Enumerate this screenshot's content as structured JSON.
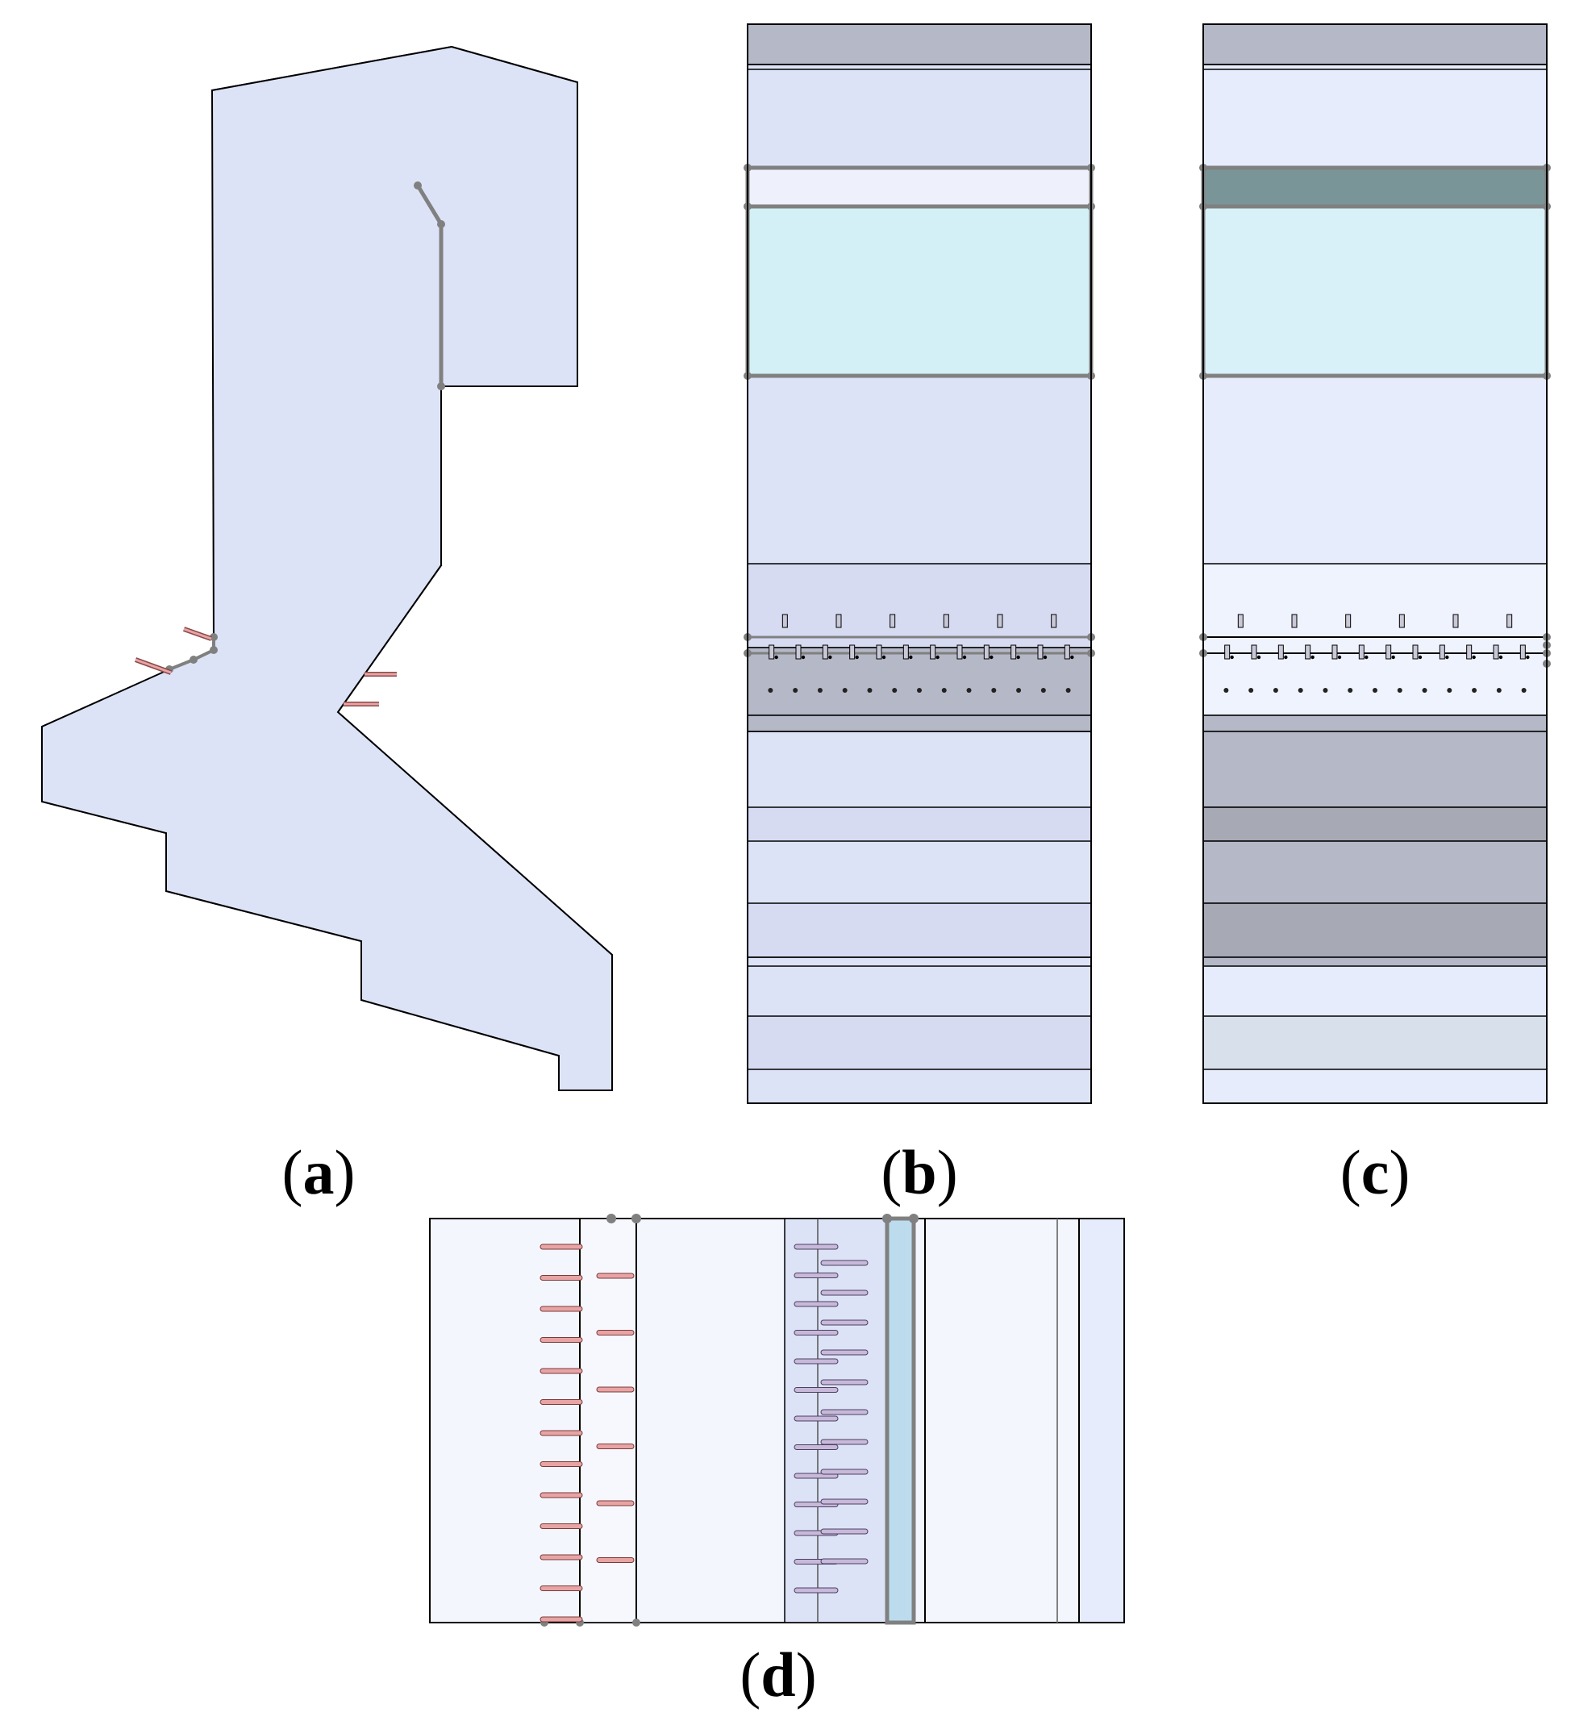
{
  "figure": {
    "panels": [
      {
        "id": "a",
        "label_open": "(",
        "label_letter": "a",
        "label_close": ")",
        "view": "cross-section"
      },
      {
        "id": "b",
        "label_open": "(",
        "label_letter": "b",
        "label_close": ")",
        "view": "upstream-face"
      },
      {
        "id": "c",
        "label_open": "(",
        "label_letter": "c",
        "label_close": ")",
        "view": "downstream-face"
      },
      {
        "id": "d",
        "label_open": "(",
        "label_letter": "d",
        "label_close": ")",
        "view": "plan"
      }
    ],
    "colors": {
      "body_fill": "#dde3f7",
      "water_fill": "#d2f0f6",
      "gray_band": "#b5b8c6",
      "dark_band": "#a7aab5",
      "pale_band": "#d6dbf2",
      "teal_band": "#7a9598",
      "outline": "#000000",
      "node_line": "#808080",
      "pipe_red": "#e8a4a4",
      "pipe_purple": "#c8b9da",
      "plan_blue": "#bcdcee"
    },
    "icons": {
      "node": "node-dot-icon",
      "anchor": "anchor-bar-icon",
      "pipe": "pipe-segment-icon"
    }
  }
}
